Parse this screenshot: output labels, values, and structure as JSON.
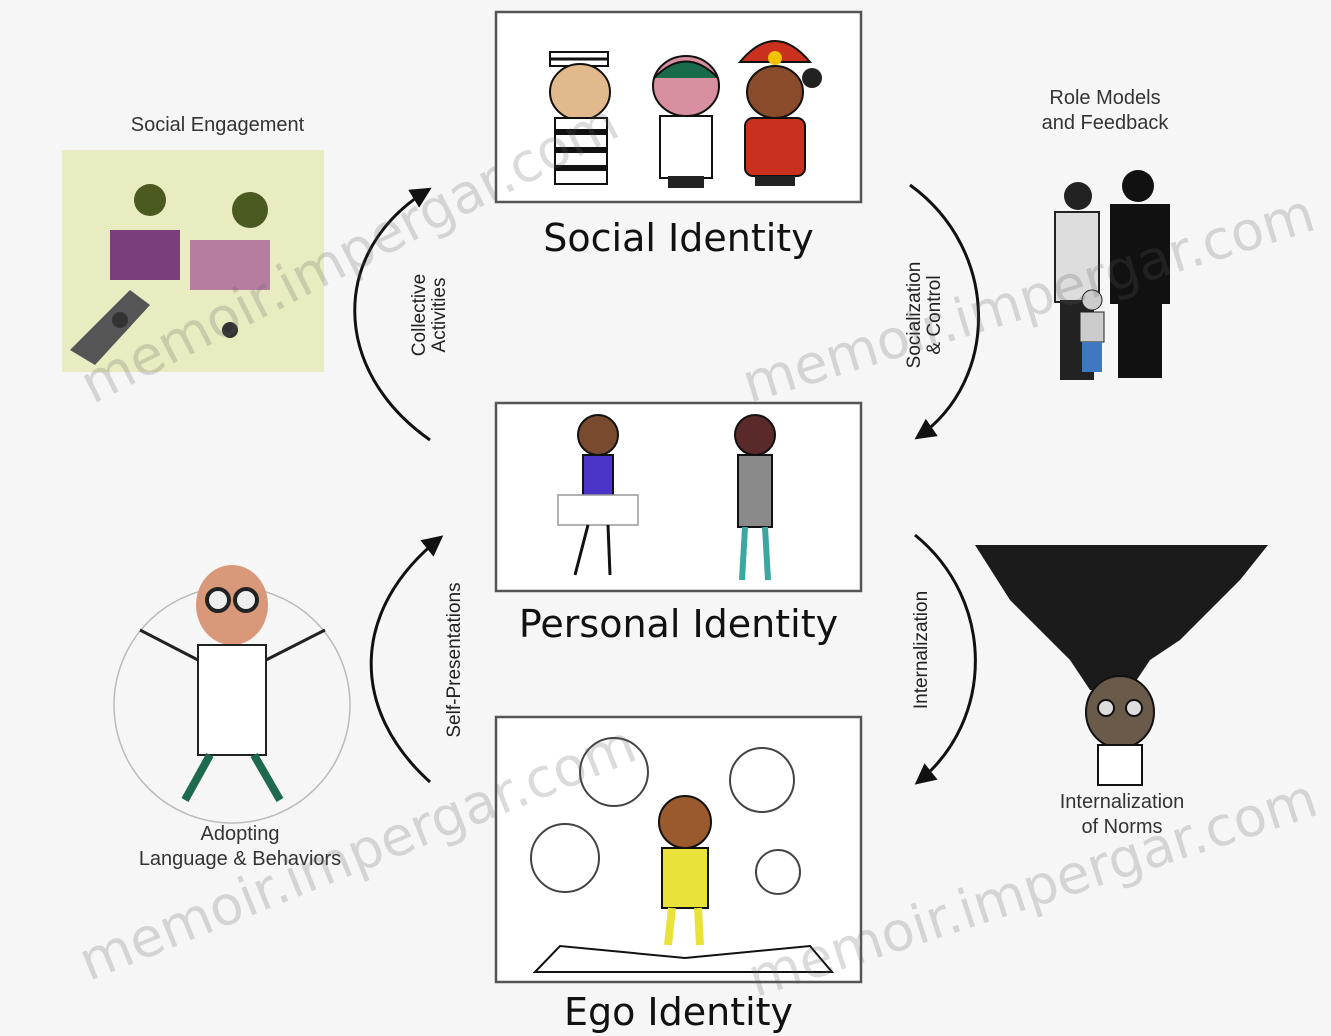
{
  "titles": {
    "social": "Social Identity",
    "personal": "Personal Identity",
    "ego": "Ego Identity"
  },
  "side_labels": {
    "social_engagement": "Social Engagement",
    "role_models_line1": "Role Models",
    "role_models_line2": "and Feedback",
    "adopting_line1": "Adopting",
    "adopting_line2": "Language & Behaviors",
    "internalization_norms_line1": "Internalization",
    "internalization_norms_line2": "of Norms"
  },
  "arrow_labels": {
    "collective_line1": "Collective",
    "collective_line2": "Activities",
    "socialization_line1": "Socialization",
    "socialization_line2": "& Control",
    "self_presentations": "Self-Presentations",
    "internalization": "Internalization"
  },
  "watermark": "memoir.impergar.com",
  "colors": {
    "frame": "#555555",
    "arrow": "#111111",
    "background": "#f6f6f6"
  }
}
